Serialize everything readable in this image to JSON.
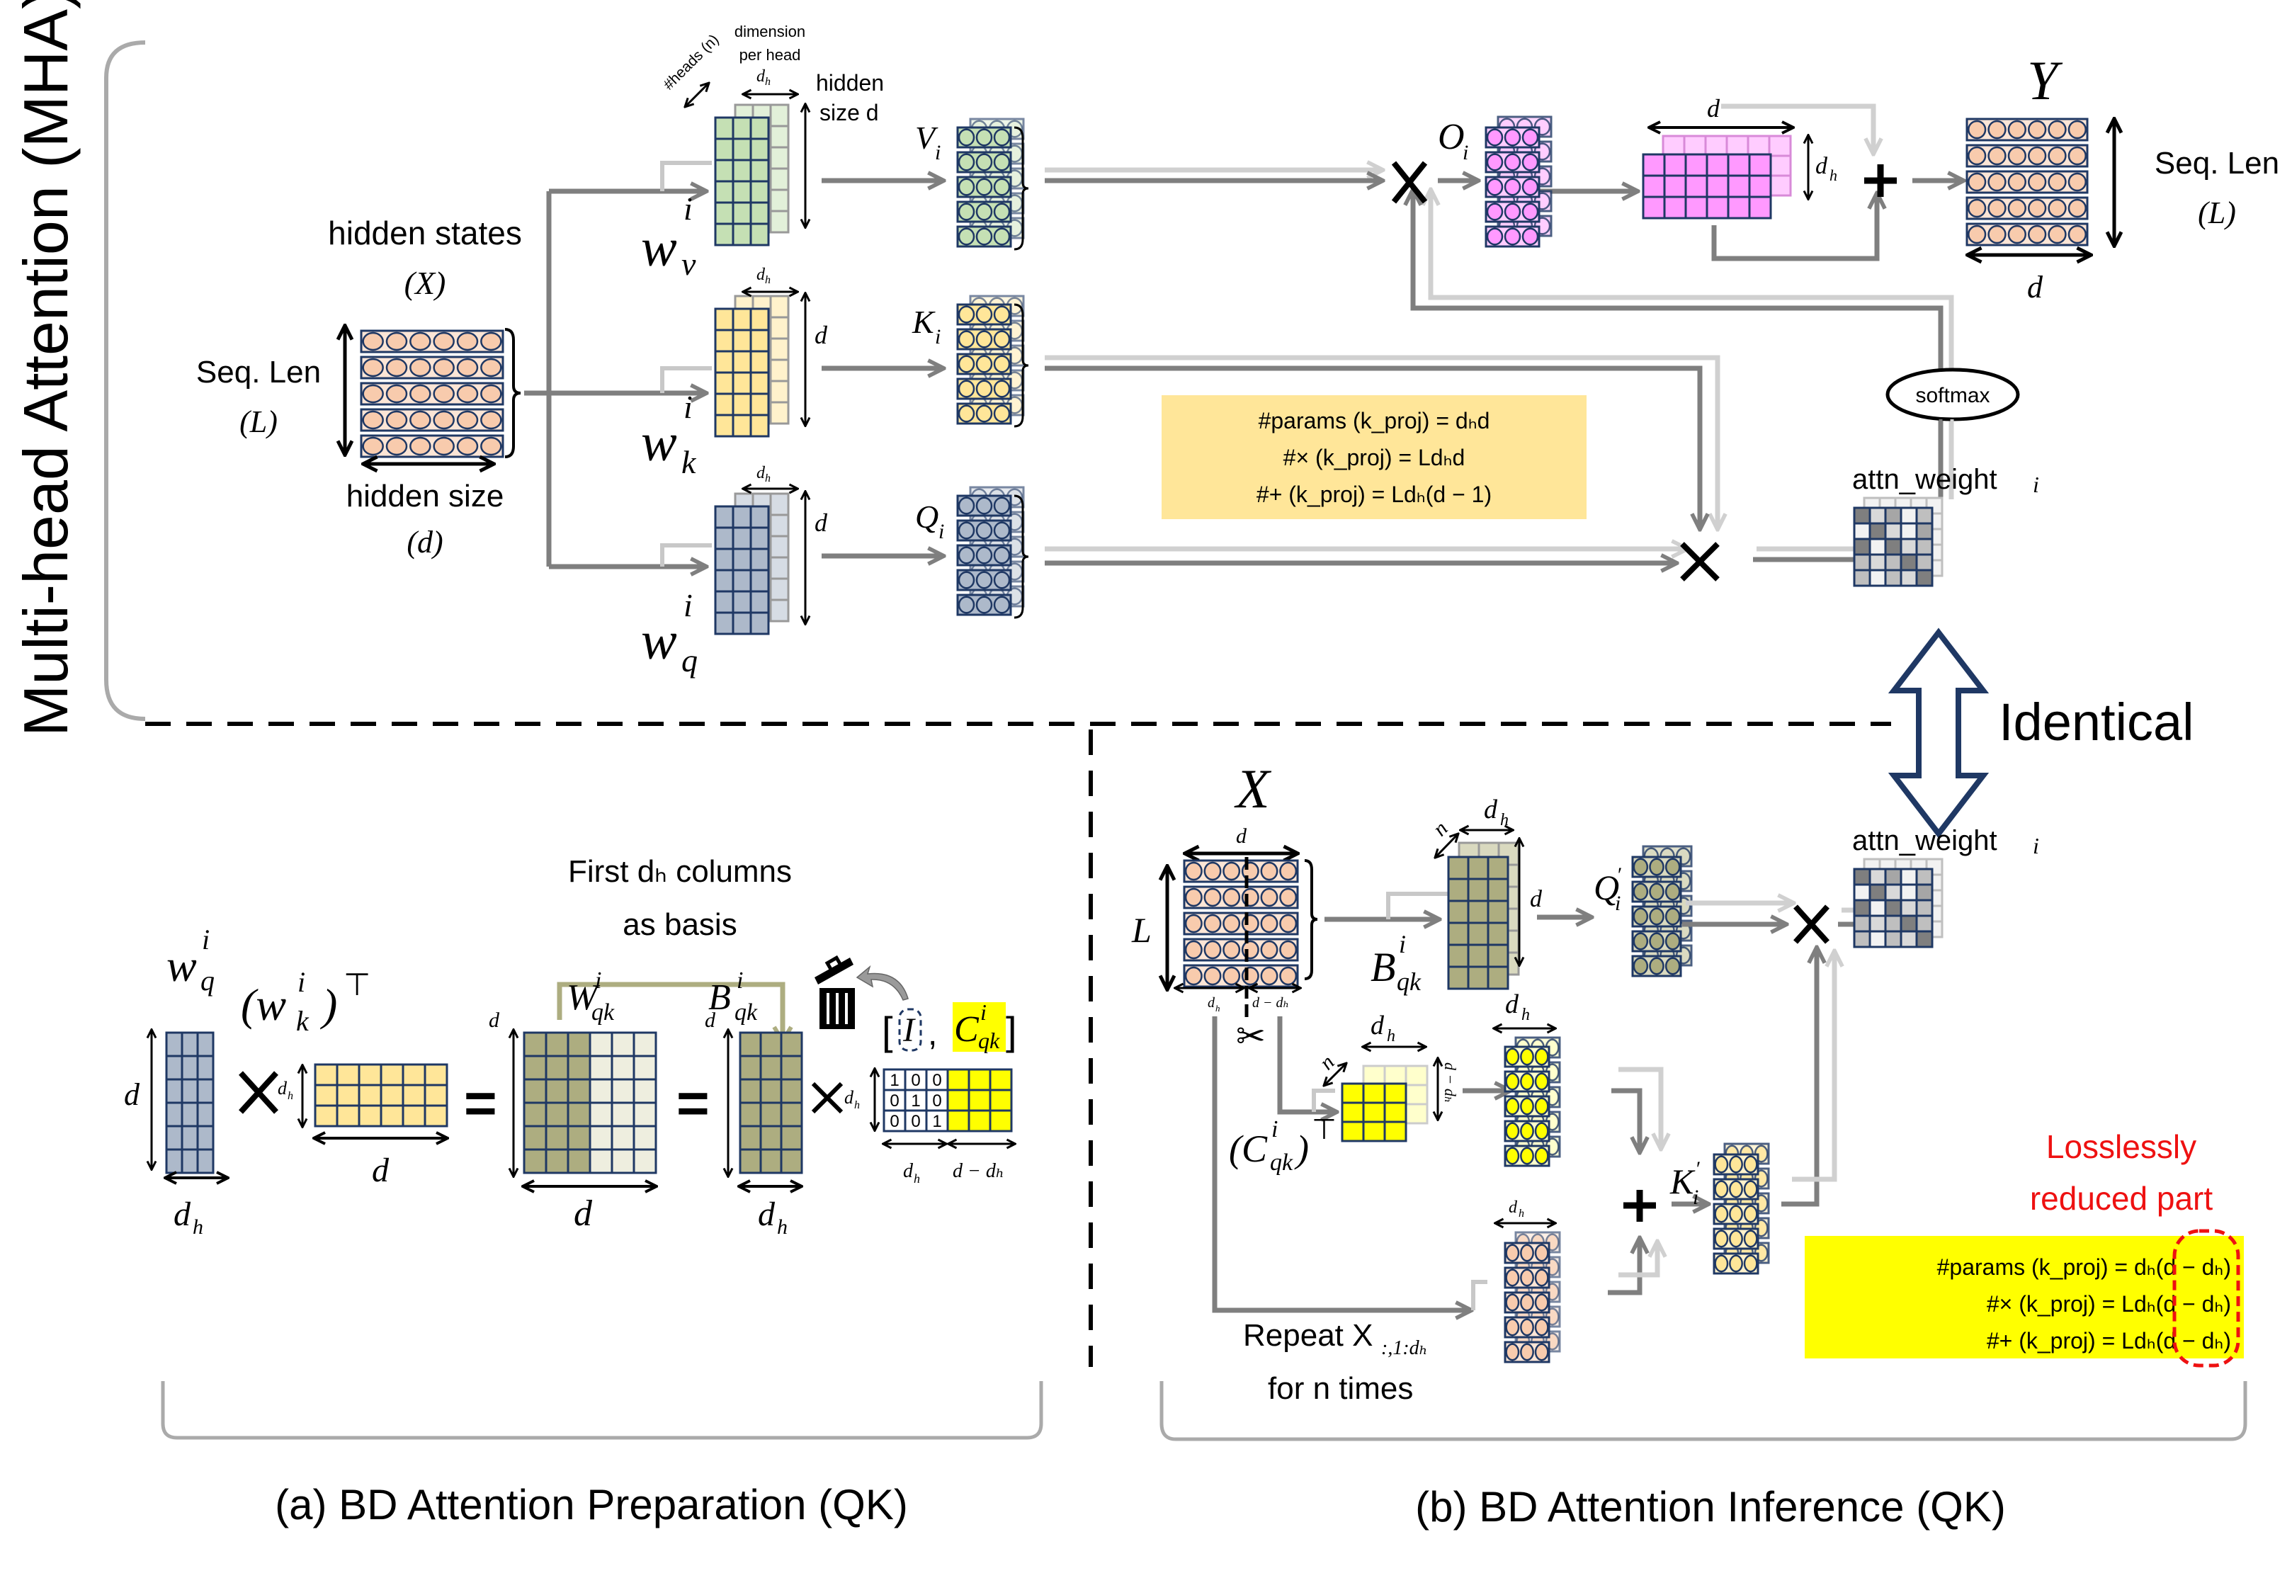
{
  "title_vertical": "Multi-head Attention (MHA)",
  "mha": {
    "hidden_states": "hidden states",
    "hidden_states_sym": "(X)",
    "seq_len": "Seq. Len",
    "seq_len_sym": "(L)",
    "hidden_size": "hidden size",
    "hidden_size_sym": "(d)",
    "dimension_per_head": [
      "dimension",
      "per head"
    ],
    "heads_label": "#heads (n)",
    "hidden_size_d": [
      "hidden",
      "size d"
    ],
    "d_h": "d",
    "d_h_sub": "h",
    "d": "d",
    "w_v": "w",
    "w_v_sub": "v",
    "w_k_sub": "k",
    "w_q_sub": "q",
    "sup_i": "i",
    "V_i": "V",
    "K_i": "K",
    "Q_i": "Q",
    "O_i": "O",
    "sub_i": "i",
    "Y": "Y",
    "softmax": "softmax",
    "attn_weight": "attn_weight",
    "formula_box": {
      "color": "#ffe699",
      "lines": [
        "#params (k_proj) = dₕd",
        "#× (k_proj) = Ldₕd",
        "#+ (k_proj) = Ldₕ(d − 1)"
      ]
    },
    "identical": "Identical"
  },
  "prep": {
    "first_dh_columns": "First dₕ columns",
    "as_basis": "as basis",
    "W_qk": "W",
    "B_qk": "B",
    "C_qk": "C",
    "sub_qk": "qk",
    "wk_T": "(wₖⁱ)ᵀ",
    "identity_rows": [
      [
        "1",
        "0",
        "0"
      ],
      [
        "0",
        "1",
        "0"
      ],
      [
        "0",
        "0",
        "1"
      ]
    ],
    "I": "I",
    "d_minus_dh": "d − dₕ",
    "caption": "(a) BD Attention Preparation (QK)"
  },
  "infer": {
    "X": "X",
    "L": "L",
    "n": "n",
    "Q_prime": "Q′",
    "K_prime": "K′",
    "Cqk_T": "(Cᵢqₖ)ᵀ",
    "d_minus_dh_rot": "d − dₕ",
    "repeat_line1": "Repeat X",
    "repeat_sub": ":,1:dₕ",
    "repeat_line2": "for n times",
    "lossless": [
      "Losslessly",
      "reduced part"
    ],
    "reduced_box": {
      "color": "#ffff00",
      "lines": [
        "#params (k_proj) = dₕ(d − dₕ)",
        "#× (k_proj) = Ldₕ(d − dₕ)",
        "#+ (k_proj) = Ldₕ(d − dₕ)"
      ]
    },
    "caption": "(b) BD Attention Inference (QK)"
  },
  "colors": {
    "orange_cell": "#f8cbad",
    "orange_bg": "#fbe5d6",
    "green_w": "#c5e0b4",
    "yellow_w": "#ffe699",
    "blue_w": "#adb9ca",
    "pink": "#ff99ff",
    "olive": "#adad80",
    "yellow": "#ffff00",
    "arrow": "#7f7f7f",
    "arrow_light": "#d0d0d0",
    "navy": "#1f3864",
    "red": "#ee1111"
  }
}
